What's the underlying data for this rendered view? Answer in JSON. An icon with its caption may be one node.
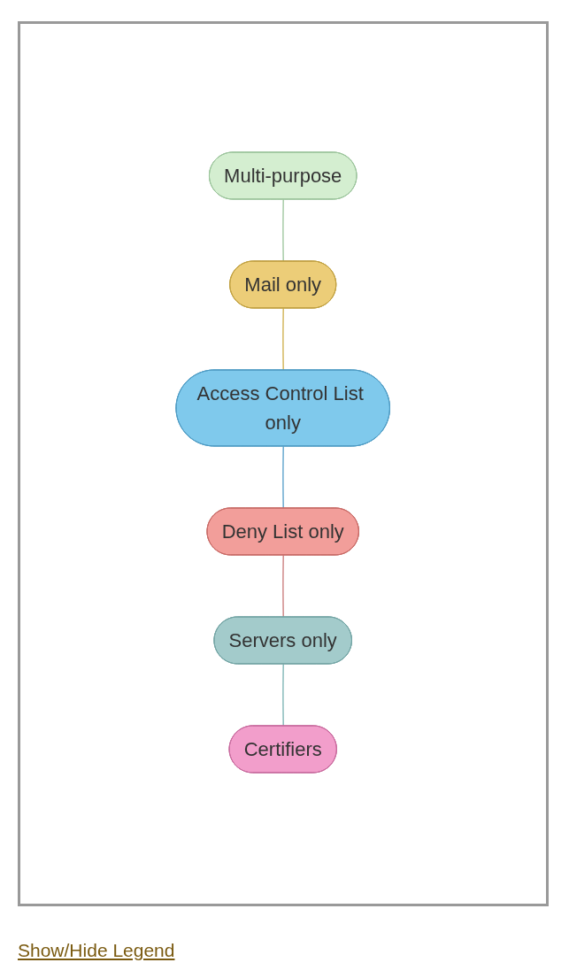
{
  "diagram": {
    "nodes": [
      {
        "text": [
          "Multi-purpose"
        ]
      },
      {
        "text": [
          "Mail only"
        ]
      },
      {
        "text": [
          "Access Control List only"
        ]
      },
      {
        "text": [
          "Deny List only"
        ]
      },
      {
        "text": [
          "Servers only"
        ]
      },
      {
        "text": [
          "Certifiers"
        ]
      }
    ],
    "edges": [
      {
        "from": 0,
        "to": 1,
        "arrow": "none",
        "color": "#a8cca8"
      },
      {
        "from": 1,
        "to": 2,
        "arrow": "none",
        "color": "#d4b860"
      },
      {
        "from": 2,
        "to": 3,
        "arrow": "none",
        "color": "#6aaad0"
      },
      {
        "from": 3,
        "to": 4,
        "arrow": "none",
        "color": "#d08a8a"
      },
      {
        "from": 4,
        "to": 5,
        "arrow": "none",
        "color": "#8abcbc"
      }
    ],
    "labels": [
      "Show/Hide Legend"
    ]
  }
}
